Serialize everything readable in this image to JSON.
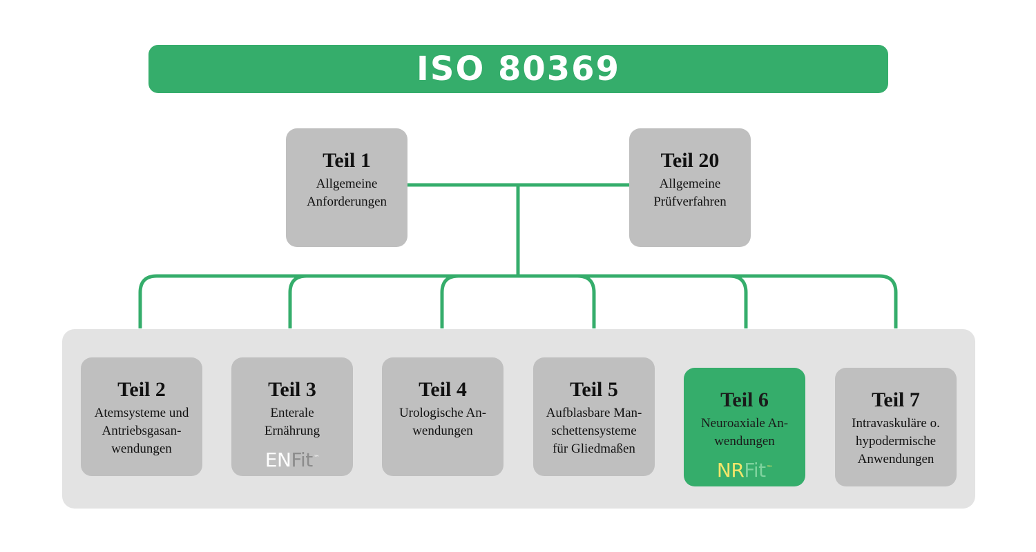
{
  "title": "ISO 80369",
  "top_parts": [
    {
      "heading": "Teil 1",
      "desc": "Allgemeine\nAnforderungen"
    },
    {
      "heading": "Teil 20",
      "desc": "Allgemeine\nPrüfverfahren"
    }
  ],
  "parts": [
    {
      "heading": "Teil 2",
      "desc": "Atemsysteme und\nAntriebsgasan-\nwendungen"
    },
    {
      "heading": "Teil 3",
      "desc": "Enterale\nErnährung",
      "logo": {
        "a": "EN",
        "b": "Fit",
        "tm": "™"
      }
    },
    {
      "heading": "Teil 4",
      "desc": "Urologische An-\nwendungen"
    },
    {
      "heading": "Teil 5",
      "desc": "Aufblasbare Man-\nschettensysteme\nfür Gliedmaßen"
    },
    {
      "heading": "Teil 6",
      "desc": "Neuroaxiale An-\nwendungen",
      "logo": {
        "a": "NR",
        "b": "Fit",
        "tm": "™"
      }
    },
    {
      "heading": "Teil 7",
      "desc": "Intravaskuläre o.\nhypodermische\nAnwendungen"
    }
  ],
  "colors": {
    "accent": "#35ad6b",
    "box": "#bfbfbf",
    "panel": "#e3e3e3"
  }
}
